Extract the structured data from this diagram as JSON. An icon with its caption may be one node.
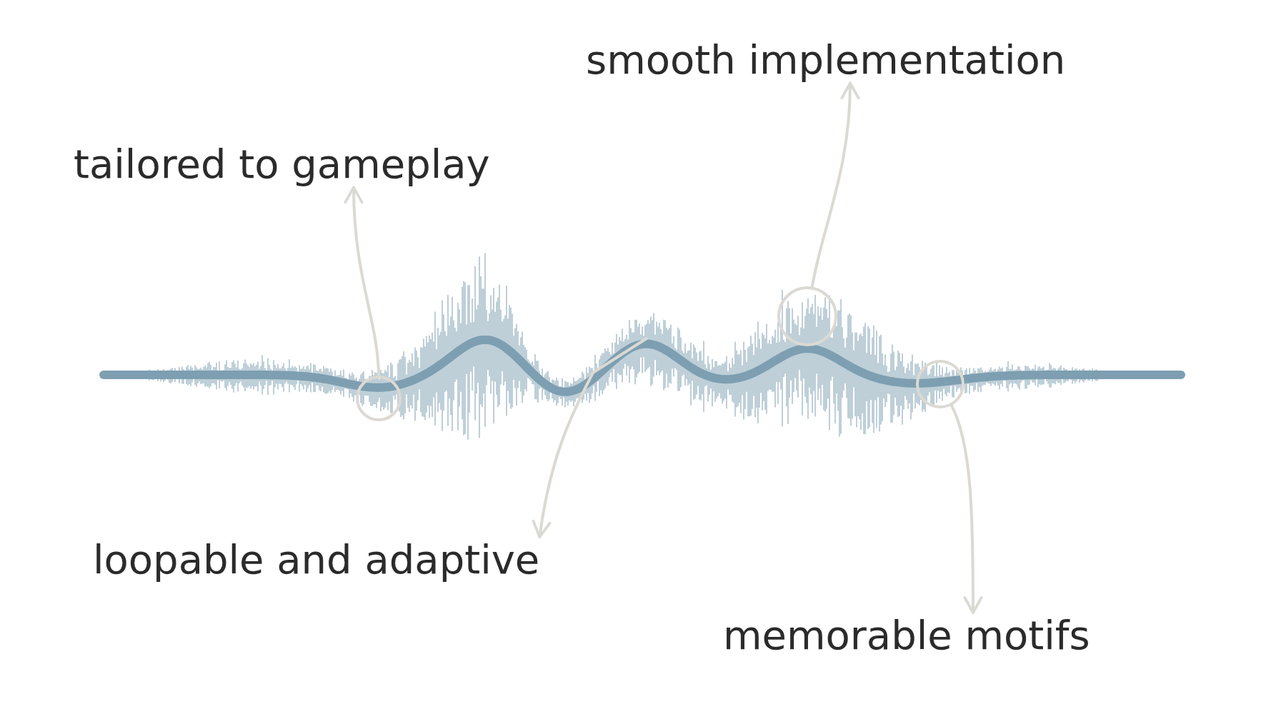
{
  "diagram": {
    "nodes": [
      {
        "text": [
          "smooth implementation"
        ]
      },
      {
        "text": [
          "tailored to gameplay"
        ]
      },
      {
        "text": [],
        "shape": "picture"
      },
      {
        "text": [],
        "shape": "circle"
      },
      {
        "text": [],
        "shape": "circle"
      },
      {
        "text": [],
        "shape": "circle"
      },
      {
        "text": [
          "loopable and adaptive"
        ]
      },
      {
        "text": [
          "memorable motifs"
        ]
      }
    ],
    "edges": [
      {
        "from": 3,
        "to": 1,
        "arrow": "to"
      },
      {
        "from": 4,
        "to": 0,
        "arrow": "to"
      },
      {
        "from": 2,
        "to": 6,
        "arrow": "to"
      },
      {
        "from": 5,
        "to": 7,
        "arrow": "to"
      }
    ]
  }
}
